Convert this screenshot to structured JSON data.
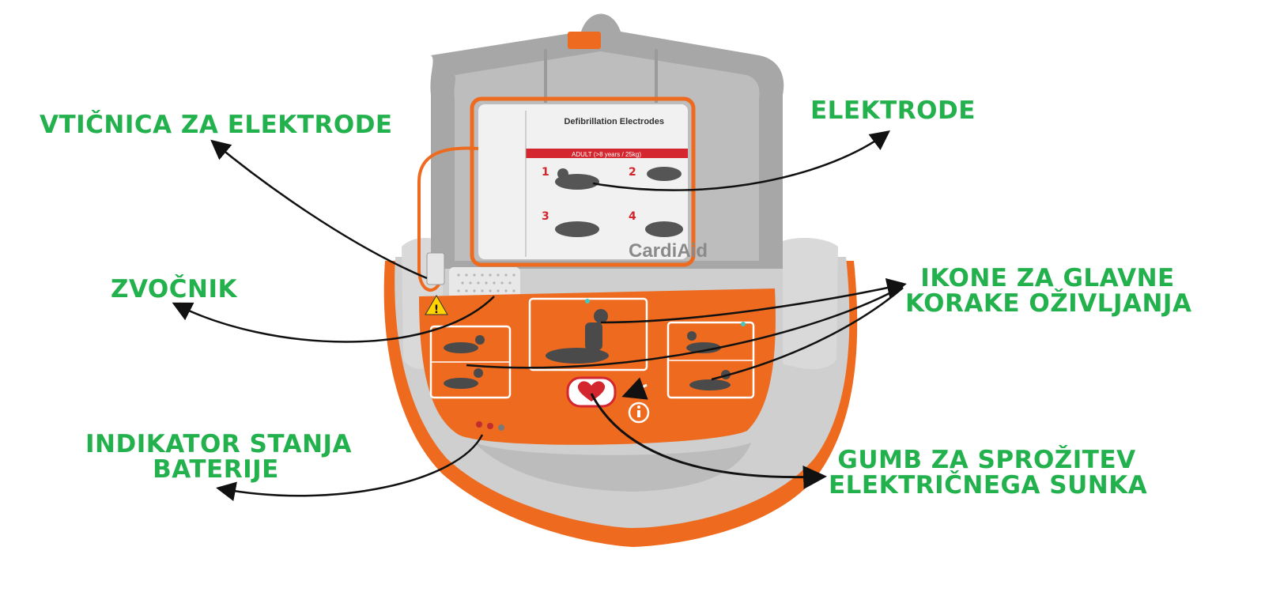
{
  "colors": {
    "label_green": "#22b14c",
    "device_orange": "#ee6a1e",
    "device_gray": "#c9c9c9",
    "lid_gray": "#9e9e9e",
    "arrow": "#111111"
  },
  "device": {
    "pouch_header": "Defibrillation Electrodes",
    "pouch_band": "ADULT (>8 years / 25kg)",
    "pouch_steps": [
      "1",
      "2",
      "3",
      "4"
    ],
    "brand": "CardiAid",
    "info_icon": "info-icon",
    "shock_icon": "heart-shock-icon",
    "warning_icon": "warning-triangle-icon"
  },
  "labels": {
    "socket": "VTIČNICA ZA ELEKTRODE",
    "electrodes": "ELEKTRODE",
    "speaker": "ZVOČNIK",
    "icons_line1": "IKONE ZA GLAVNE",
    "icons_line2": "KORAKE OŽIVLJANJA",
    "battery_line1": "INDIKATOR STANJA",
    "battery_line2": "BATERIJE",
    "shock_line1": "GUMB ZA SPROŽITEV",
    "shock_line2": "ELEKTRIČNEGA SUNKA"
  }
}
